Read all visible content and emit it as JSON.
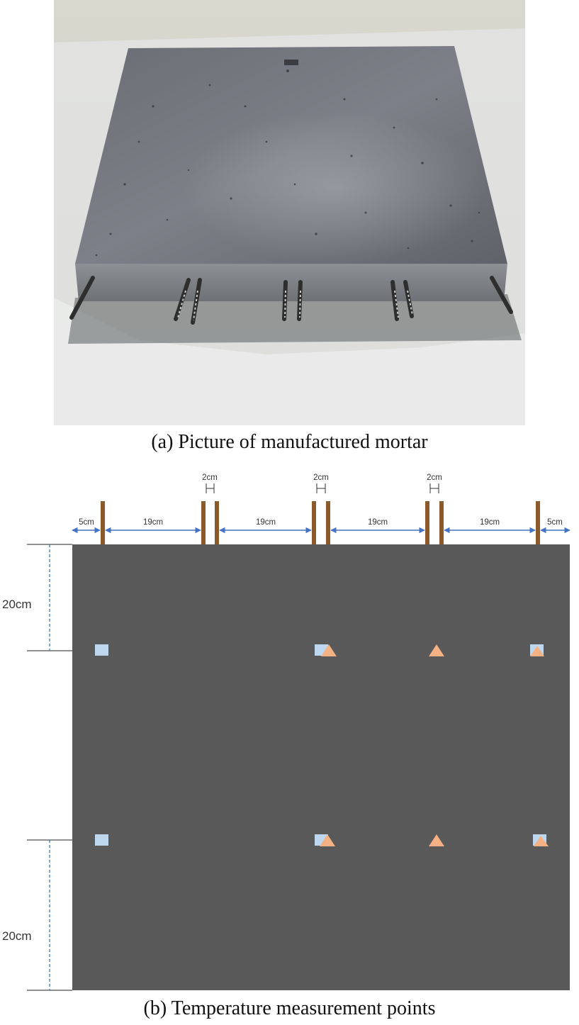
{
  "captions": {
    "a": "(a) Picture of manufactured mortar",
    "b": "(b) Temperature measurement points"
  },
  "diagram": {
    "spacings": [
      "5cm",
      "19cm",
      "19cm",
      "19cm",
      "19cm",
      "5cm"
    ],
    "rod_gaps": [
      "2cm",
      "2cm",
      "2cm"
    ],
    "depths": [
      "20cm",
      "20cm"
    ],
    "colors": {
      "slab": "#595959",
      "rod": "#8b5a2b",
      "arrow": "#4472c4",
      "square_marker": "#bdd7ee",
      "triangle_marker": "#f4b183"
    }
  }
}
